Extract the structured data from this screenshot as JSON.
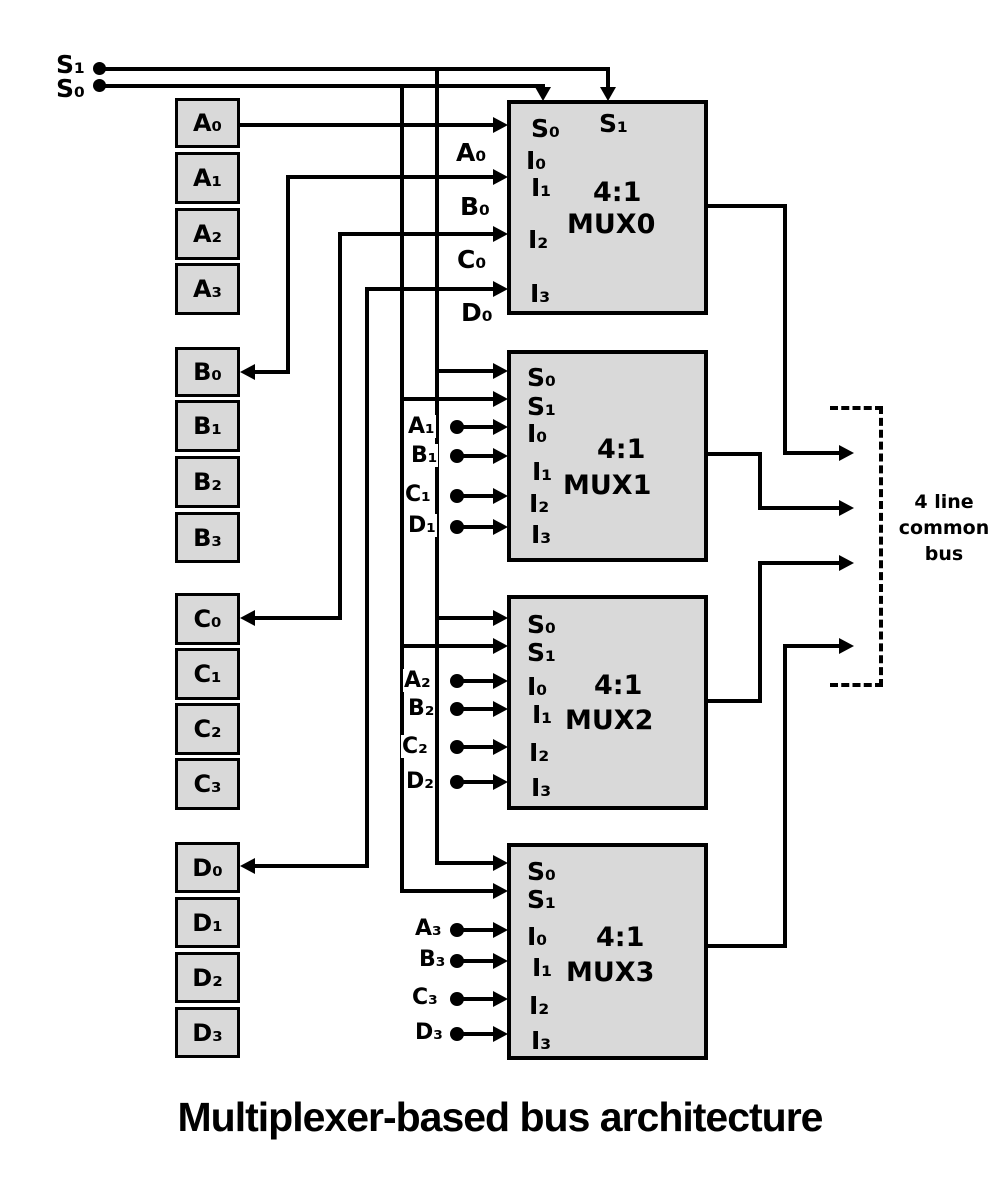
{
  "title": "Multiplexer-based bus architecture",
  "select_lines": {
    "s1": "S₁",
    "s0": "S₀"
  },
  "bus": {
    "line1": "4 line",
    "line2": "common",
    "line3": "bus"
  },
  "registers": {
    "A": [
      "A₀",
      "A₁",
      "A₂",
      "A₃"
    ],
    "B": [
      "B₀",
      "B₁",
      "B₂",
      "B₃"
    ],
    "C": [
      "C₀",
      "C₁",
      "C₂",
      "C₃"
    ],
    "D": [
      "D₀",
      "D₁",
      "D₂",
      "D₃"
    ]
  },
  "muxes": [
    {
      "ratio": "4:1",
      "name": "MUX0",
      "ports": {
        "s0": "S₀",
        "s1": "S₁",
        "i0": "I₀",
        "i1": "I₁",
        "i2": "I₂",
        "i3": "I₃"
      },
      "inputs": [
        "A₀",
        "B₀",
        "C₀",
        "D₀"
      ]
    },
    {
      "ratio": "4:1",
      "name": "MUX1",
      "ports": {
        "s0": "S₀",
        "s1": "S₁",
        "i0": "I₀",
        "i1": "I₁",
        "i2": "I₂",
        "i3": "I₃"
      },
      "inputs": [
        "A₁",
        "B₁",
        "C₁",
        "D₁"
      ]
    },
    {
      "ratio": "4:1",
      "name": "MUX2",
      "ports": {
        "s0": "S₀",
        "s1": "S₁",
        "i0": "I₀",
        "i1": "I₁",
        "i2": "I₂",
        "i3": "I₃"
      },
      "inputs": [
        "A₂",
        "B₂",
        "C₂",
        "D₂"
      ]
    },
    {
      "ratio": "4:1",
      "name": "MUX3",
      "ports": {
        "s0": "S₀",
        "s1": "S₁",
        "i0": "I₀",
        "i1": "I₁",
        "i2": "I₂",
        "i3": "I₃"
      },
      "inputs": [
        "A₃",
        "B₃",
        "C₃",
        "D₃"
      ]
    }
  ],
  "colors": {
    "box_fill": "#d9d9d9",
    "line": "#000000",
    "background": "#ffffff"
  }
}
